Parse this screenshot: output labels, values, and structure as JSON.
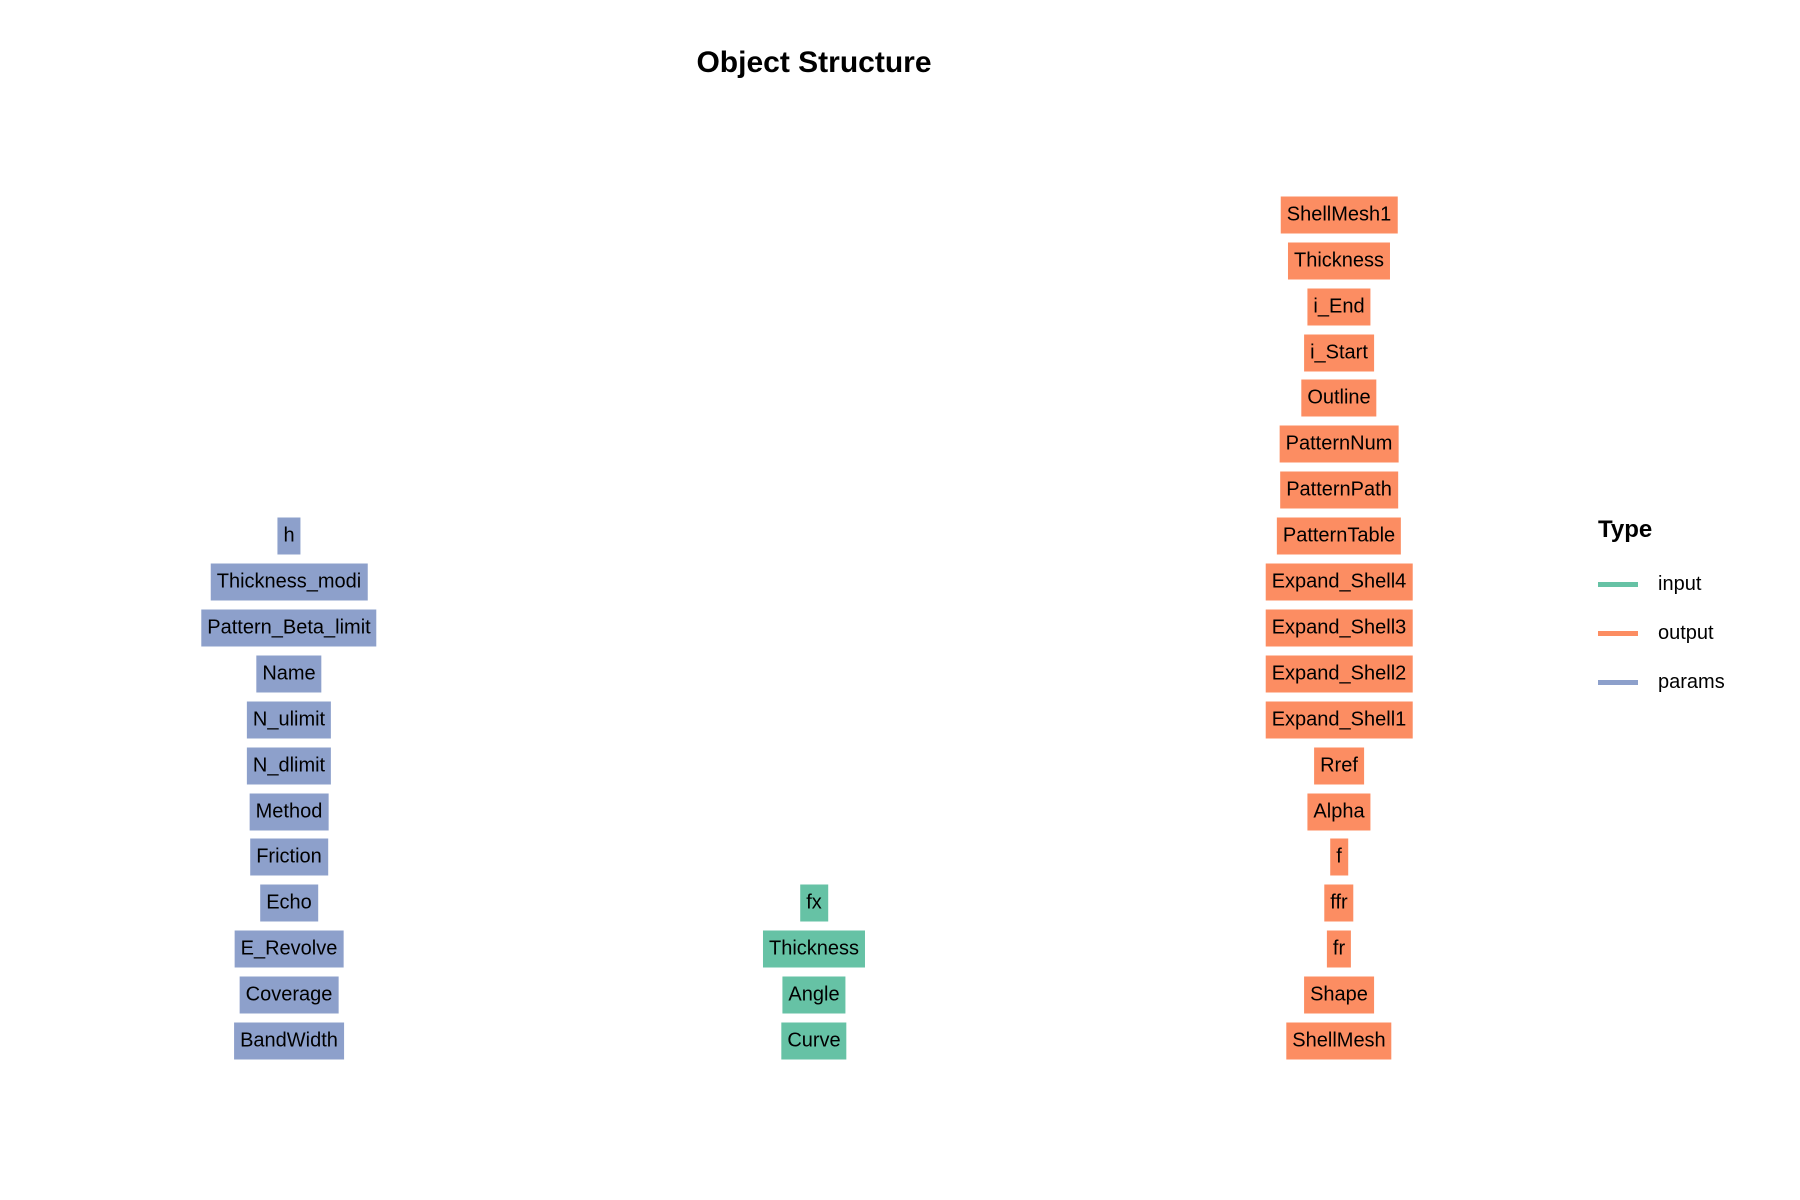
{
  "title": "Object Structure",
  "colors": {
    "input": "#66C2A5",
    "output": "#FC8D62",
    "params": "#8DA0CB"
  },
  "legend": {
    "title": "Type",
    "items": [
      {
        "label": "input",
        "type": "input"
      },
      {
        "label": "output",
        "type": "output"
      },
      {
        "label": "params",
        "type": "params"
      }
    ]
  },
  "columns": [
    {
      "type": "params",
      "nodes": [
        "h",
        "Thickness_modi",
        "Pattern_Beta_limit",
        "Name",
        "N_ulimit",
        "N_dlimit",
        "Method",
        "Friction",
        "Echo",
        "E_Revolve",
        "Coverage",
        "BandWidth"
      ]
    },
    {
      "type": "input",
      "nodes": [
        "fx",
        "Thickness",
        "Angle",
        "Curve"
      ]
    },
    {
      "type": "output",
      "nodes": [
        "ShellMesh1",
        "Thickness",
        "i_End",
        "i_Start",
        "Outline",
        "PatternNum",
        "PatternPath",
        "PatternTable",
        "Expand_Shell4",
        "Expand_Shell3",
        "Expand_Shell2",
        "Expand_Shell1",
        "Rref",
        "Alpha",
        "f",
        "ffr",
        "fr",
        "Shape",
        "ShellMesh"
      ]
    }
  ]
}
